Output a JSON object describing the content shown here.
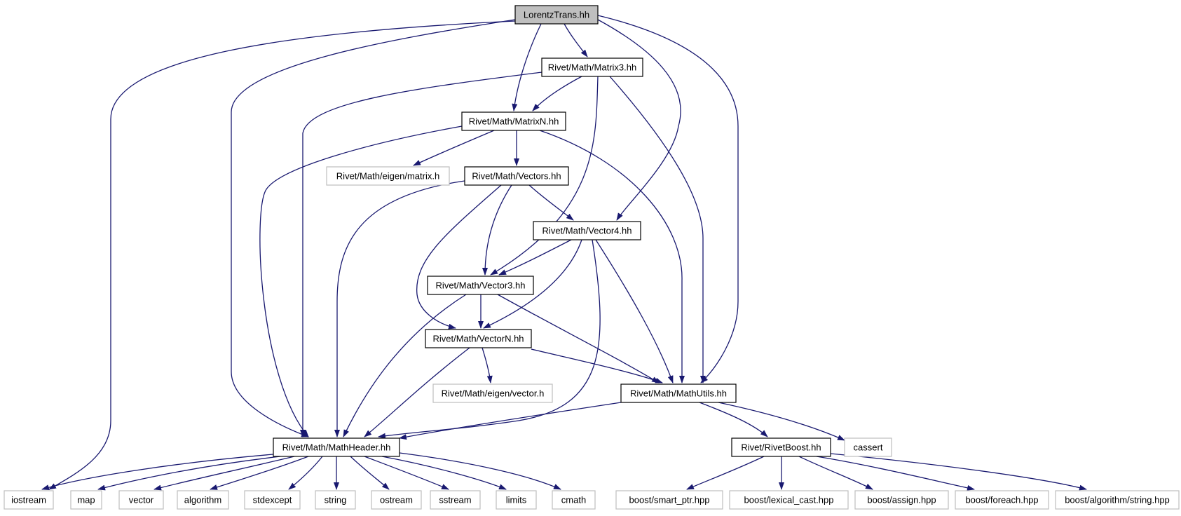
{
  "diagram": {
    "type": "include-dependency-graph",
    "colors": {
      "edge": "#191970",
      "root_fill": "#bfbfbf",
      "internal_border": "#000000",
      "external_border": "#bfbfbf"
    },
    "nodes": [
      {
        "id": "lorentztrans",
        "label": "LorentzTrans.hh",
        "kind": "root"
      },
      {
        "id": "matrix3",
        "label": "Rivet/Math/Matrix3.hh",
        "kind": "internal"
      },
      {
        "id": "matrixn",
        "label": "Rivet/Math/MatrixN.hh",
        "kind": "internal"
      },
      {
        "id": "eigen-matrix",
        "label": "Rivet/Math/eigen/matrix.h",
        "kind": "external"
      },
      {
        "id": "vectors",
        "label": "Rivet/Math/Vectors.hh",
        "kind": "internal"
      },
      {
        "id": "vector4",
        "label": "Rivet/Math/Vector4.hh",
        "kind": "internal"
      },
      {
        "id": "vector3",
        "label": "Rivet/Math/Vector3.hh",
        "kind": "internal"
      },
      {
        "id": "vectorn",
        "label": "Rivet/Math/VectorN.hh",
        "kind": "internal"
      },
      {
        "id": "eigen-vector",
        "label": "Rivet/Math/eigen/vector.h",
        "kind": "external"
      },
      {
        "id": "mathutils",
        "label": "Rivet/Math/MathUtils.hh",
        "kind": "internal"
      },
      {
        "id": "mathheader",
        "label": "Rivet/Math/MathHeader.hh",
        "kind": "internal"
      },
      {
        "id": "rivetboost",
        "label": "Rivet/RivetBoost.hh",
        "kind": "internal"
      },
      {
        "id": "cassert",
        "label": "cassert",
        "kind": "external"
      },
      {
        "id": "iostream",
        "label": "iostream",
        "kind": "external"
      },
      {
        "id": "map",
        "label": "map",
        "kind": "external"
      },
      {
        "id": "vector",
        "label": "vector",
        "kind": "external"
      },
      {
        "id": "algorithm",
        "label": "algorithm",
        "kind": "external"
      },
      {
        "id": "stdexcept",
        "label": "stdexcept",
        "kind": "external"
      },
      {
        "id": "string",
        "label": "string",
        "kind": "external"
      },
      {
        "id": "ostream",
        "label": "ostream",
        "kind": "external"
      },
      {
        "id": "sstream",
        "label": "sstream",
        "kind": "external"
      },
      {
        "id": "limits",
        "label": "limits",
        "kind": "external"
      },
      {
        "id": "cmath",
        "label": "cmath",
        "kind": "external"
      },
      {
        "id": "boost-smart-ptr",
        "label": "boost/smart_ptr.hpp",
        "kind": "external"
      },
      {
        "id": "boost-lexical-cast",
        "label": "boost/lexical_cast.hpp",
        "kind": "external"
      },
      {
        "id": "boost-assign",
        "label": "boost/assign.hpp",
        "kind": "external"
      },
      {
        "id": "boost-foreach",
        "label": "boost/foreach.hpp",
        "kind": "external"
      },
      {
        "id": "boost-algorithm-string",
        "label": "boost/algorithm/string.hpp",
        "kind": "external"
      }
    ],
    "edges": [
      {
        "from": "lorentztrans",
        "to": "iostream"
      },
      {
        "from": "lorentztrans",
        "to": "mathheader"
      },
      {
        "from": "lorentztrans",
        "to": "matrixn"
      },
      {
        "from": "lorentztrans",
        "to": "matrix3"
      },
      {
        "from": "lorentztrans",
        "to": "vector4"
      },
      {
        "from": "lorentztrans",
        "to": "mathutils"
      },
      {
        "from": "matrix3",
        "to": "mathheader"
      },
      {
        "from": "matrix3",
        "to": "matrixn"
      },
      {
        "from": "matrix3",
        "to": "vector3"
      },
      {
        "from": "matrix3",
        "to": "mathutils"
      },
      {
        "from": "matrixn",
        "to": "mathheader"
      },
      {
        "from": "matrixn",
        "to": "eigen-matrix"
      },
      {
        "from": "matrixn",
        "to": "vectors"
      },
      {
        "from": "matrixn",
        "to": "mathutils"
      },
      {
        "from": "vectors",
        "to": "mathheader"
      },
      {
        "from": "vectors",
        "to": "vectorn"
      },
      {
        "from": "vectors",
        "to": "vector3"
      },
      {
        "from": "vectors",
        "to": "vector4"
      },
      {
        "from": "vector4",
        "to": "vector3"
      },
      {
        "from": "vector4",
        "to": "vectorn"
      },
      {
        "from": "vector4",
        "to": "mathheader"
      },
      {
        "from": "vector4",
        "to": "mathutils"
      },
      {
        "from": "vector3",
        "to": "mathheader"
      },
      {
        "from": "vector3",
        "to": "vectorn"
      },
      {
        "from": "vector3",
        "to": "mathutils"
      },
      {
        "from": "vectorn",
        "to": "mathheader"
      },
      {
        "from": "vectorn",
        "to": "eigen-vector"
      },
      {
        "from": "vectorn",
        "to": "mathutils"
      },
      {
        "from": "mathutils",
        "to": "mathheader"
      },
      {
        "from": "mathutils",
        "to": "rivetboost"
      },
      {
        "from": "mathutils",
        "to": "cassert"
      },
      {
        "from": "mathheader",
        "to": "iostream"
      },
      {
        "from": "mathheader",
        "to": "map"
      },
      {
        "from": "mathheader",
        "to": "vector"
      },
      {
        "from": "mathheader",
        "to": "algorithm"
      },
      {
        "from": "mathheader",
        "to": "stdexcept"
      },
      {
        "from": "mathheader",
        "to": "string"
      },
      {
        "from": "mathheader",
        "to": "ostream"
      },
      {
        "from": "mathheader",
        "to": "sstream"
      },
      {
        "from": "mathheader",
        "to": "limits"
      },
      {
        "from": "mathheader",
        "to": "cmath"
      },
      {
        "from": "rivetboost",
        "to": "boost-smart-ptr"
      },
      {
        "from": "rivetboost",
        "to": "boost-lexical-cast"
      },
      {
        "from": "rivetboost",
        "to": "boost-assign"
      },
      {
        "from": "rivetboost",
        "to": "boost-foreach"
      },
      {
        "from": "rivetboost",
        "to": "boost-algorithm-string"
      }
    ]
  }
}
